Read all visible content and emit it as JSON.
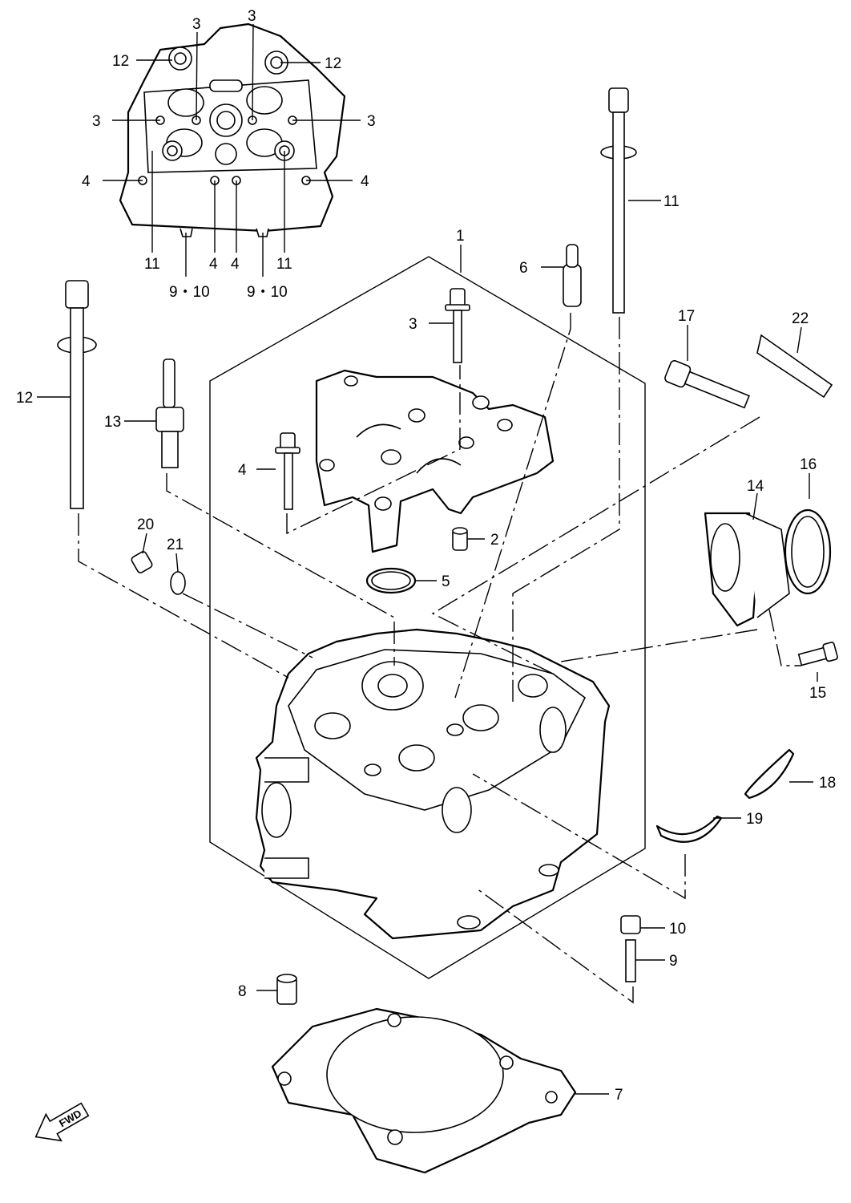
{
  "diagram": {
    "labels": {
      "p1": "1",
      "p2": "2",
      "p3a": "3",
      "p3b": "3",
      "p3c": "3",
      "p3d": "3",
      "p3e": "3",
      "p4a": "4",
      "p4b": "4",
      "p4c": "4",
      "p4d": "4",
      "p4e": "4",
      "p5": "5",
      "p6": "6",
      "p7": "7",
      "p8": "8",
      "p9": "9",
      "p9_10a": "9・10",
      "p9_10b": "9・10",
      "p10": "10",
      "p11a": "11",
      "p11b": "11",
      "p11c": "11",
      "p12a": "12",
      "p12b": "12",
      "p12c": "12",
      "p13": "13",
      "p14": "14",
      "p15": "15",
      "p16": "16",
      "p17": "17",
      "p18": "18",
      "p19": "19",
      "p20": "20",
      "p21": "21",
      "p22": "22"
    },
    "fwd_badge": "FWD",
    "icons": [
      "fwd-arrow-icon"
    ]
  }
}
